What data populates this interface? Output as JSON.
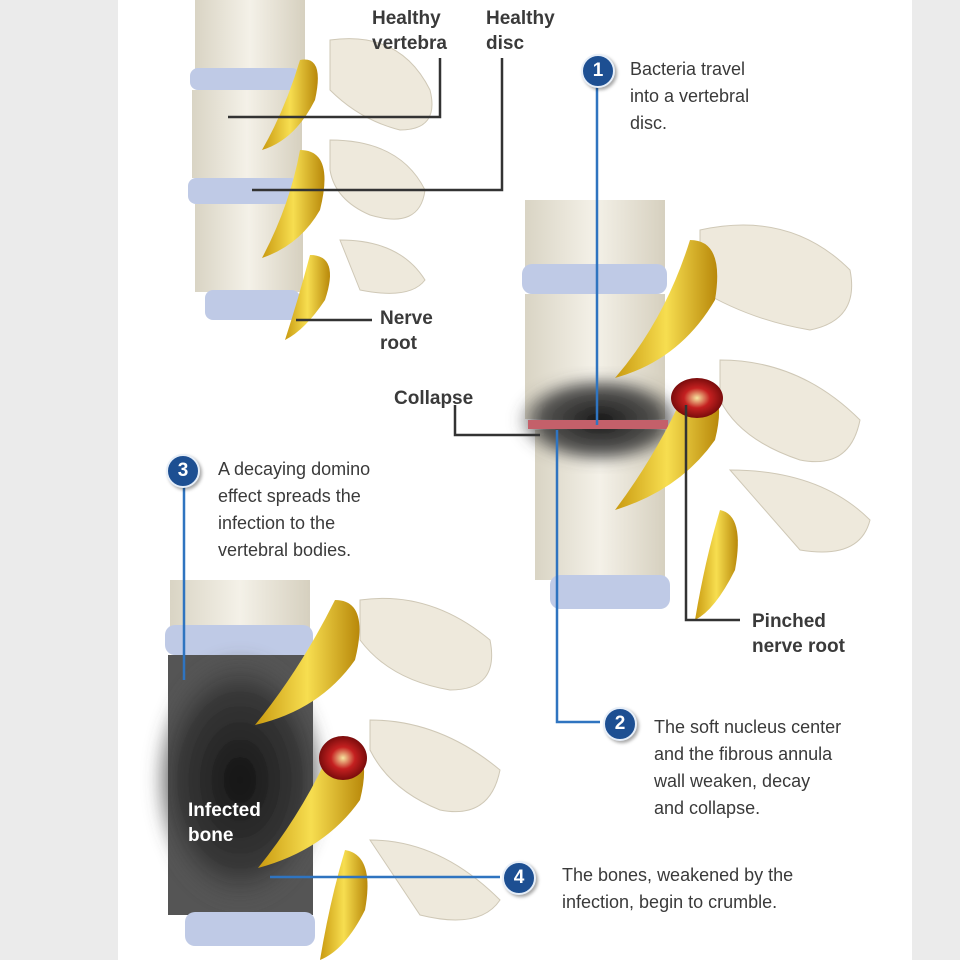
{
  "labels": {
    "healthy_vertebra": [
      "Healthy",
      "vertebra"
    ],
    "healthy_disc": [
      "Healthy",
      "disc"
    ],
    "nerve_root": [
      "Nerve",
      "root"
    ],
    "collapse": "Collapse",
    "pinched_nerve_root": [
      "Pinched",
      "nerve root"
    ],
    "infected_bone": [
      "Infected",
      "bone"
    ]
  },
  "steps": [
    {
      "number": "1",
      "lines": [
        "Bacteria travel",
        "into a vertebral",
        "disc."
      ]
    },
    {
      "number": "2",
      "lines": [
        "The soft nucleus center",
        "and the fibrous annula",
        "wall weaken, decay",
        "and collapse."
      ]
    },
    {
      "number": "3",
      "lines": [
        "A decaying domino",
        "effect spreads the",
        "infection to the",
        "vertebral bodies."
      ]
    },
    {
      "number": "4",
      "lines": [
        "The bones, weakened by the",
        "infection, begin to crumble."
      ]
    }
  ],
  "colors": {
    "badge": "#1d4f92",
    "leader_blue": "#2f74c0",
    "leader_dark": "#333333",
    "nerve": "#e8c22a",
    "disc": "#b9c6e6",
    "bone": "#ece8dc",
    "infection": "#b01a1a"
  }
}
